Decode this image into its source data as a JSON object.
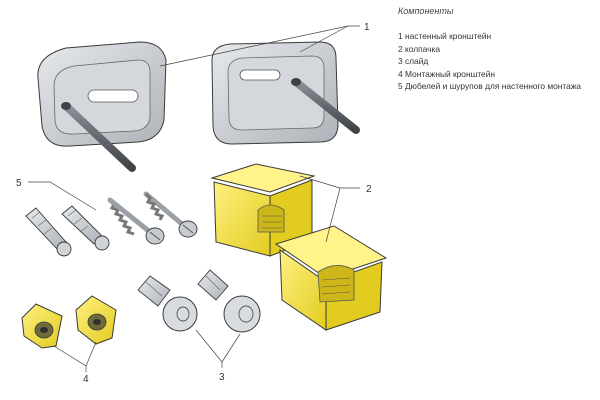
{
  "legend": {
    "title": "Компоненты",
    "items": [
      "1 настенный кронштейн",
      "2 колпачка",
      "3 слайд",
      "4 Монтажный кронштейн",
      "5 Дюбелей и шурупов для настенного монтажа"
    ]
  },
  "callouts": {
    "wall_bracket": "1",
    "caps": "2",
    "slides": "3",
    "mounting_brackets": "4",
    "dowels_screws": "5"
  },
  "colors": {
    "yellow": "#f5e13a",
    "yellow_dark": "#d8c21c",
    "gray": "#c8ccd2",
    "gray_dark": "#8d939a",
    "rod": "#555a60",
    "outline": "#3a3a3a"
  }
}
